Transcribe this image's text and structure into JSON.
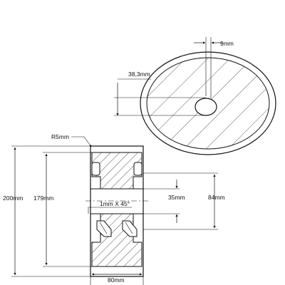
{
  "dimensions": {
    "hole_diameter": "9mm",
    "offset": "38,3mm",
    "fillet_radius": "R5mm",
    "outer_diameter": "200mm",
    "inner_diameter": "179mm",
    "bore": "35mm",
    "hub_diameter": "84mm",
    "chamfer": "1mm X 45°",
    "width": "80mm"
  },
  "colors": {
    "line": "#111111",
    "background": "#ffffff"
  }
}
